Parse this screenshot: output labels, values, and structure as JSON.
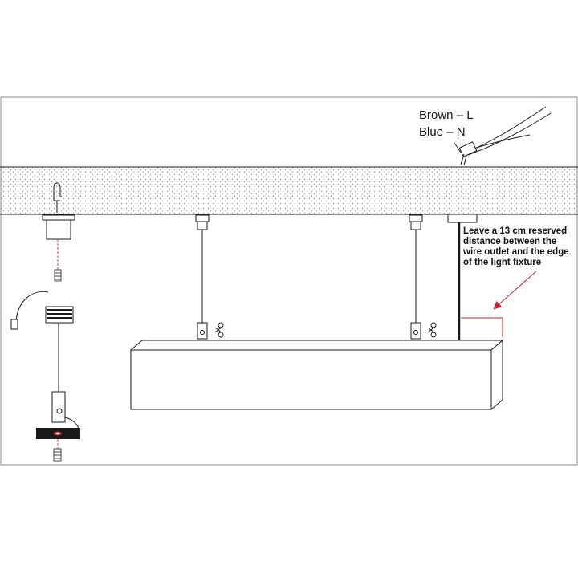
{
  "labels": {
    "brown": "Brown  – L",
    "blue": "Blue  – N",
    "note": [
      "Leave a 13 cm reserved",
      "distance between the",
      "wire outlet and the edge",
      "of the light fixture"
    ]
  },
  "colors": {
    "line": "#1a1a1a",
    "ceiling_dots": "#9a9a9a",
    "annotation_arrow": "#d42020",
    "guide_dash": "#c0504d",
    "frame": "#8a8a8a"
  },
  "icons": {
    "scissors": "scissors-icon",
    "screw": "screw-icon"
  }
}
